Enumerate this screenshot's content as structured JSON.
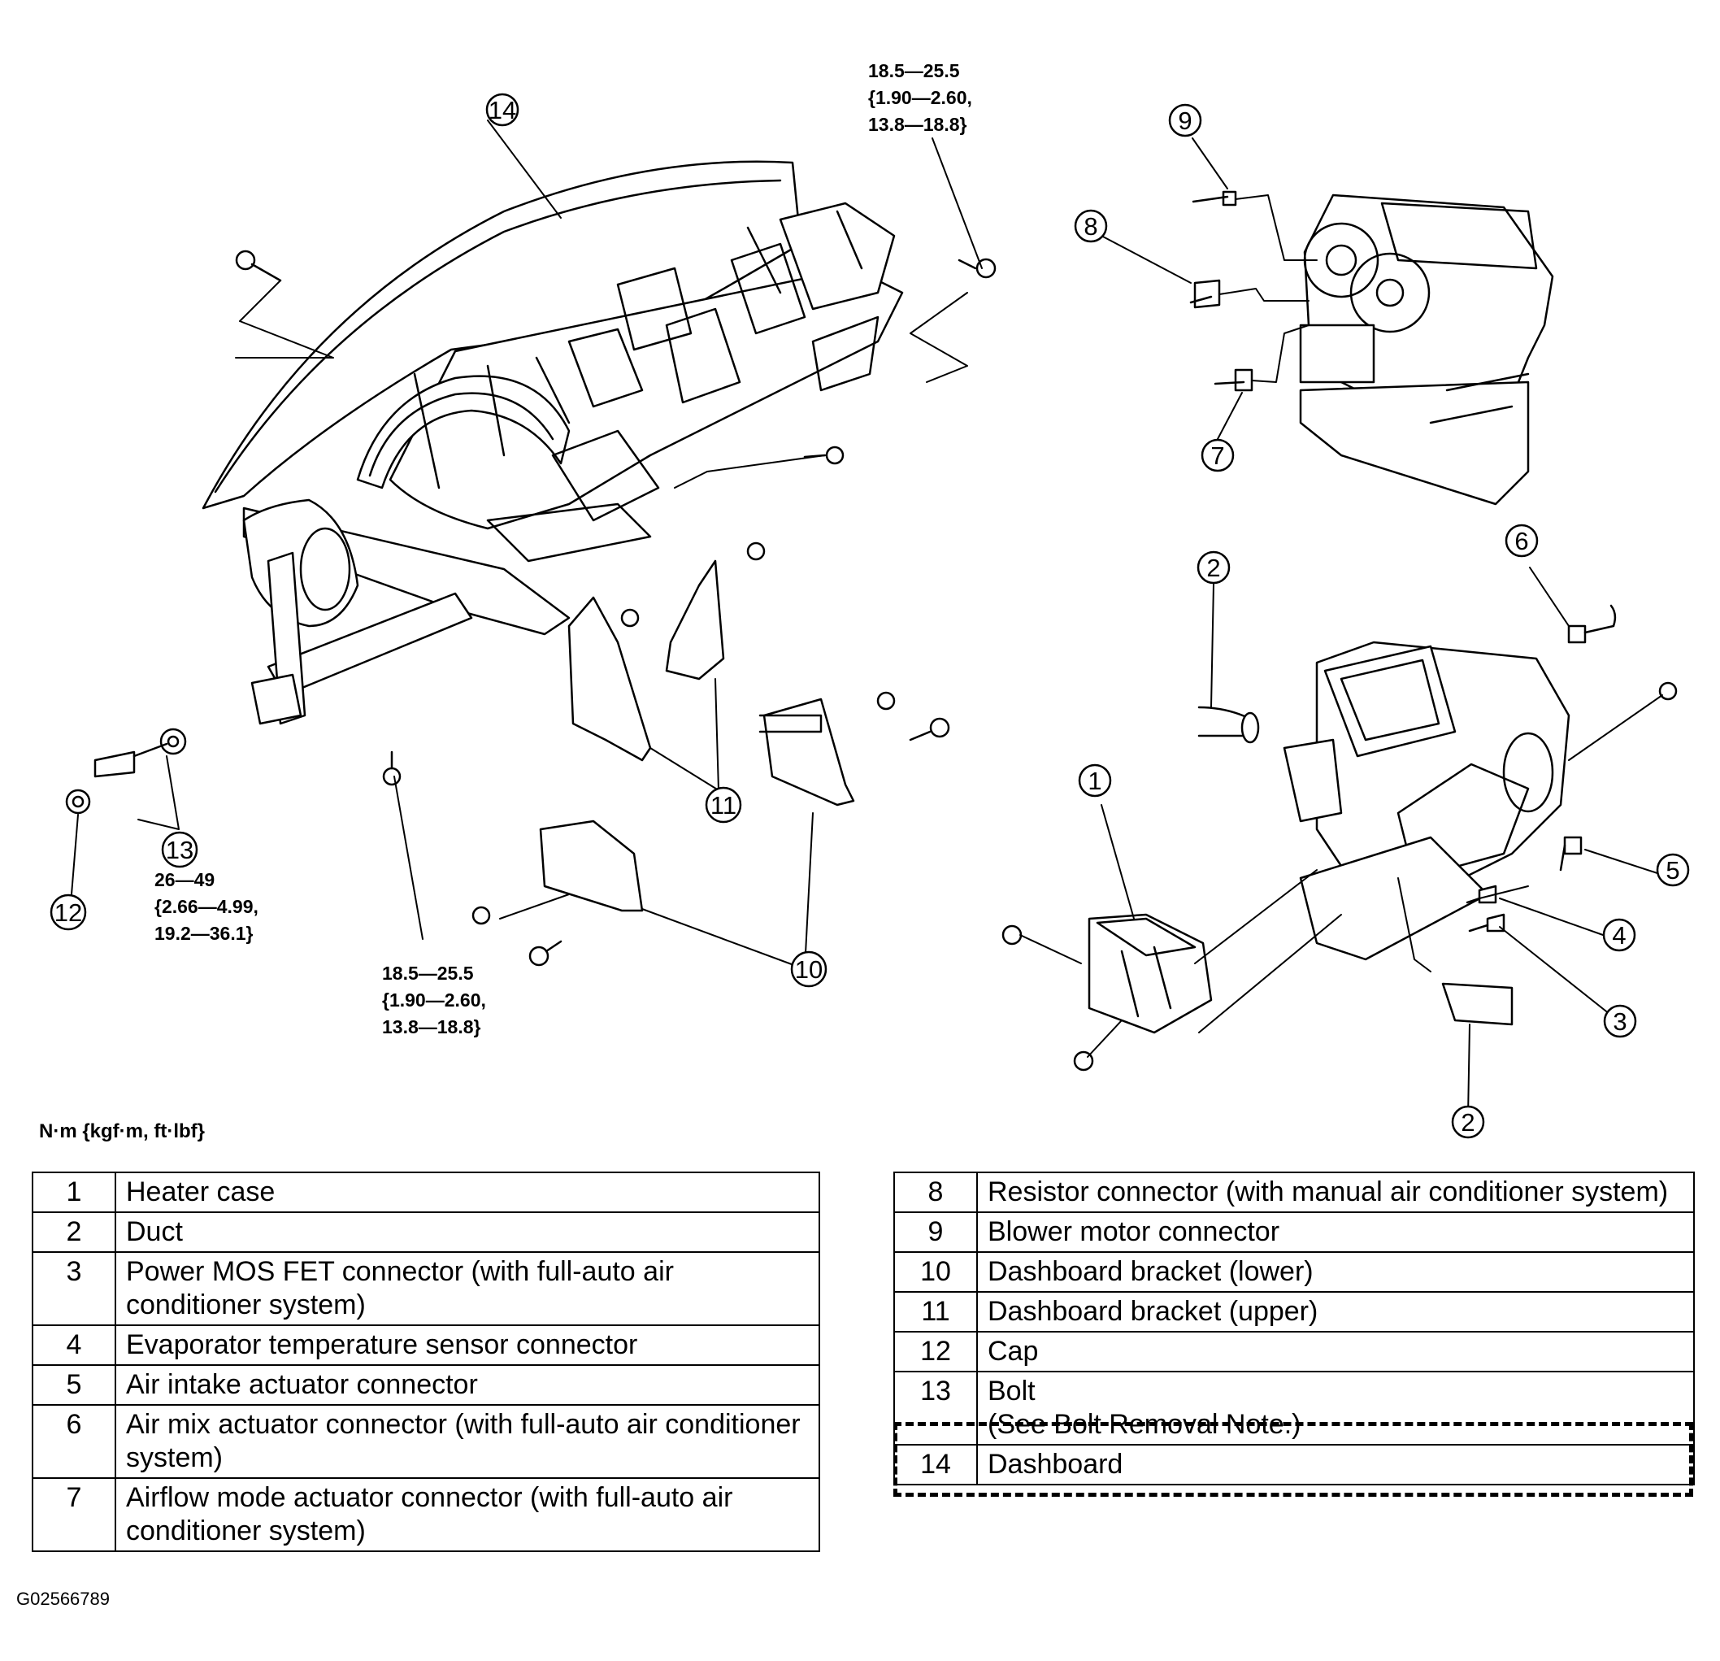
{
  "callouts": {
    "c1": "1",
    "c2a": "2",
    "c2b": "2",
    "c3": "3",
    "c4": "4",
    "c5": "5",
    "c6": "6",
    "c7": "7",
    "c8": "8",
    "c9": "9",
    "c10": "10",
    "c11": "11",
    "c12": "12",
    "c13": "13",
    "c14": "14"
  },
  "torque_specs": {
    "top": [
      "18.5—25.5",
      "{1.90—2.60,",
      "13.8—18.8}"
    ],
    "lower_center": [
      "18.5—25.5",
      "{1.90—2.60,",
      "13.8—18.8}"
    ],
    "lower_left": [
      "26—49",
      "{2.66—4.99,",
      "19.2—36.1}"
    ]
  },
  "unit_note": "N·m {kgf·m,  ft·lbf}",
  "figure_id": "G02566789",
  "legend_left": [
    {
      "num": "1",
      "text": "Heater case"
    },
    {
      "num": "2",
      "text": "Duct"
    },
    {
      "num": "3",
      "text": "Power MOS FET connector (with full-auto air conditioner system)"
    },
    {
      "num": "4",
      "text": "Evaporator temperature sensor connector"
    },
    {
      "num": "5",
      "text": "Air intake actuator connector"
    },
    {
      "num": "6",
      "text": "Air mix actuator connector (with full-auto air conditioner system)"
    },
    {
      "num": "7",
      "text": "Airflow mode actuator connector (with full-auto air conditioner system)"
    }
  ],
  "legend_right": [
    {
      "num": "8",
      "text": "Resistor connector (with manual air conditioner system)"
    },
    {
      "num": "9",
      "text": "Blower motor connector"
    },
    {
      "num": "10",
      "text": "Dashboard bracket (lower)"
    },
    {
      "num": "11",
      "text": "Dashboard bracket (upper)"
    },
    {
      "num": "12",
      "text": "Cap"
    },
    {
      "num": "13",
      "text": "Bolt",
      "note": "(See Bolt Removal Note.)"
    },
    {
      "num": "14",
      "text": "Dashboard"
    }
  ]
}
